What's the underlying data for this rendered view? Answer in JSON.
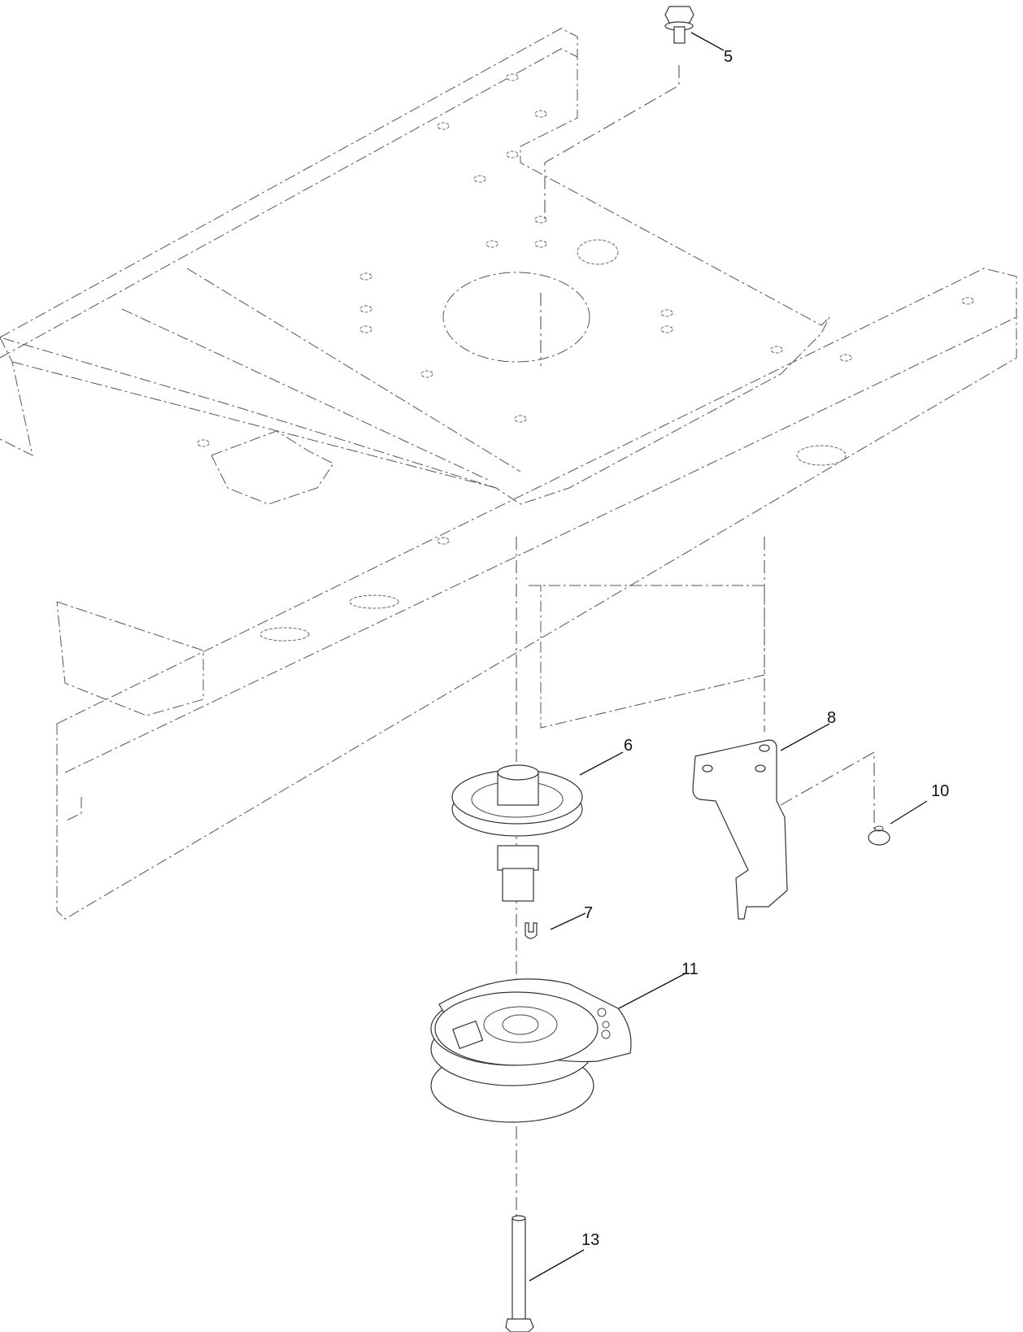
{
  "diagram": {
    "type": "exploded-parts-diagram",
    "subject": "PTO clutch and idler mount beneath frame",
    "callouts": [
      {
        "id": "5",
        "label": "5",
        "part": "flange bolt"
      },
      {
        "id": "6",
        "label": "6",
        "part": "pulley with spindle"
      },
      {
        "id": "7",
        "label": "7",
        "part": "key"
      },
      {
        "id": "8",
        "label": "8",
        "part": "bracket"
      },
      {
        "id": "10",
        "label": "10",
        "part": "flange nut"
      },
      {
        "id": "11",
        "label": "11",
        "part": "electric clutch"
      },
      {
        "id": "13",
        "label": "13",
        "part": "bolt"
      }
    ]
  }
}
